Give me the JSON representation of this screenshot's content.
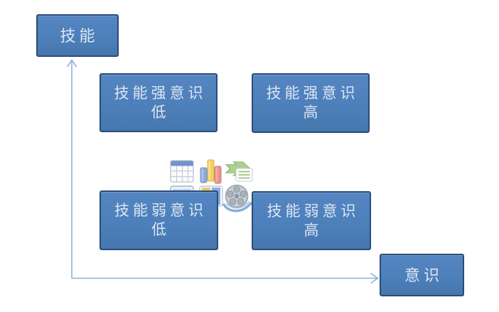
{
  "colors": {
    "box_fill": "#4d7fba",
    "box_fill_top": "#5586c2",
    "box_fill_bottom": "#4677ae",
    "box_border": "#2b4c77",
    "box_text": "#dce6f2",
    "axis_line": "#8fb0d8"
  },
  "axis": {
    "y_box_label": "技能",
    "x_box_label": "意识"
  },
  "quadrants": [
    {
      "name": "skill-strong-awareness-low",
      "line1": "技能强意识",
      "line2": "低"
    },
    {
      "name": "skill-strong-awareness-high",
      "line1": "技能强意识",
      "line2": "高"
    },
    {
      "name": "skill-weak-awareness-low",
      "line1": "技能弱意识",
      "line2": "低"
    },
    {
      "name": "skill-weak-awareness-high",
      "line1": "技能弱意识",
      "line2": "高"
    }
  ],
  "icons": {
    "cluster": "content-placeholder-icons",
    "items": [
      "table-icon",
      "bar-chart-icon",
      "smartart-icon",
      "picture-icon",
      "clipart-icon",
      "film-reel-icon"
    ]
  }
}
